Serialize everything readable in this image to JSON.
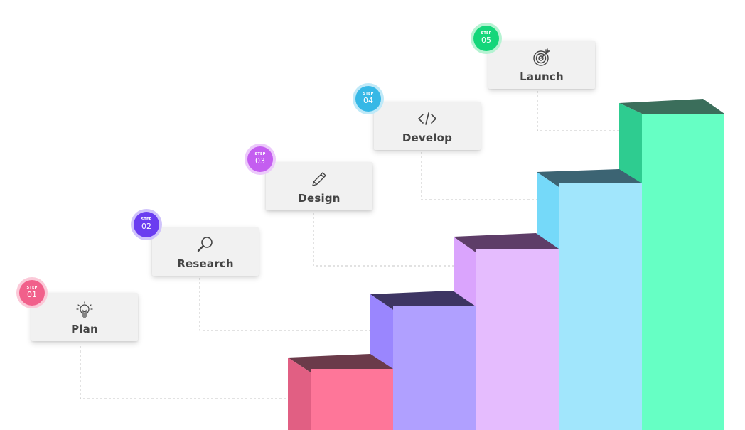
{
  "steps": [
    {
      "step_word": "STEP",
      "number": "01",
      "label": "Plan",
      "icon": "lightbulb-icon",
      "color": "#f1608b",
      "glow": "#fbc9d8",
      "bar": {
        "front": "#fe7699",
        "side": "#e15f83",
        "top": "#6b3b4a"
      }
    },
    {
      "step_word": "STEP",
      "number": "02",
      "label": "Research",
      "icon": "search-icon",
      "color": "#6a3cf0",
      "glow": "#cfc2fb",
      "bar": {
        "front": "#b0a0ff",
        "side": "#9a86fe",
        "top": "#3d3563"
      }
    },
    {
      "step_word": "STEP",
      "number": "03",
      "label": "Design",
      "icon": "pencil-icon",
      "color": "#c45ef0",
      "glow": "#ecc9fb",
      "bar": {
        "front": "#e5bcfe",
        "side": "#daa4fd",
        "top": "#5e3d68"
      }
    },
    {
      "step_word": "STEP",
      "number": "04",
      "label": "Develop",
      "icon": "code-icon",
      "color": "#36b8e6",
      "glow": "#bfe9f8",
      "bar": {
        "front": "#a1e6fc",
        "side": "#75d9f9",
        "top": "#3c6473"
      }
    },
    {
      "step_word": "STEP",
      "number": "05",
      "label": "Launch",
      "icon": "target-icon",
      "color": "#14d67a",
      "glow": "#b5f3d2",
      "bar": {
        "front": "#66ffc4",
        "side": "#2ecc90",
        "top": "#3b6e5b"
      }
    }
  ]
}
